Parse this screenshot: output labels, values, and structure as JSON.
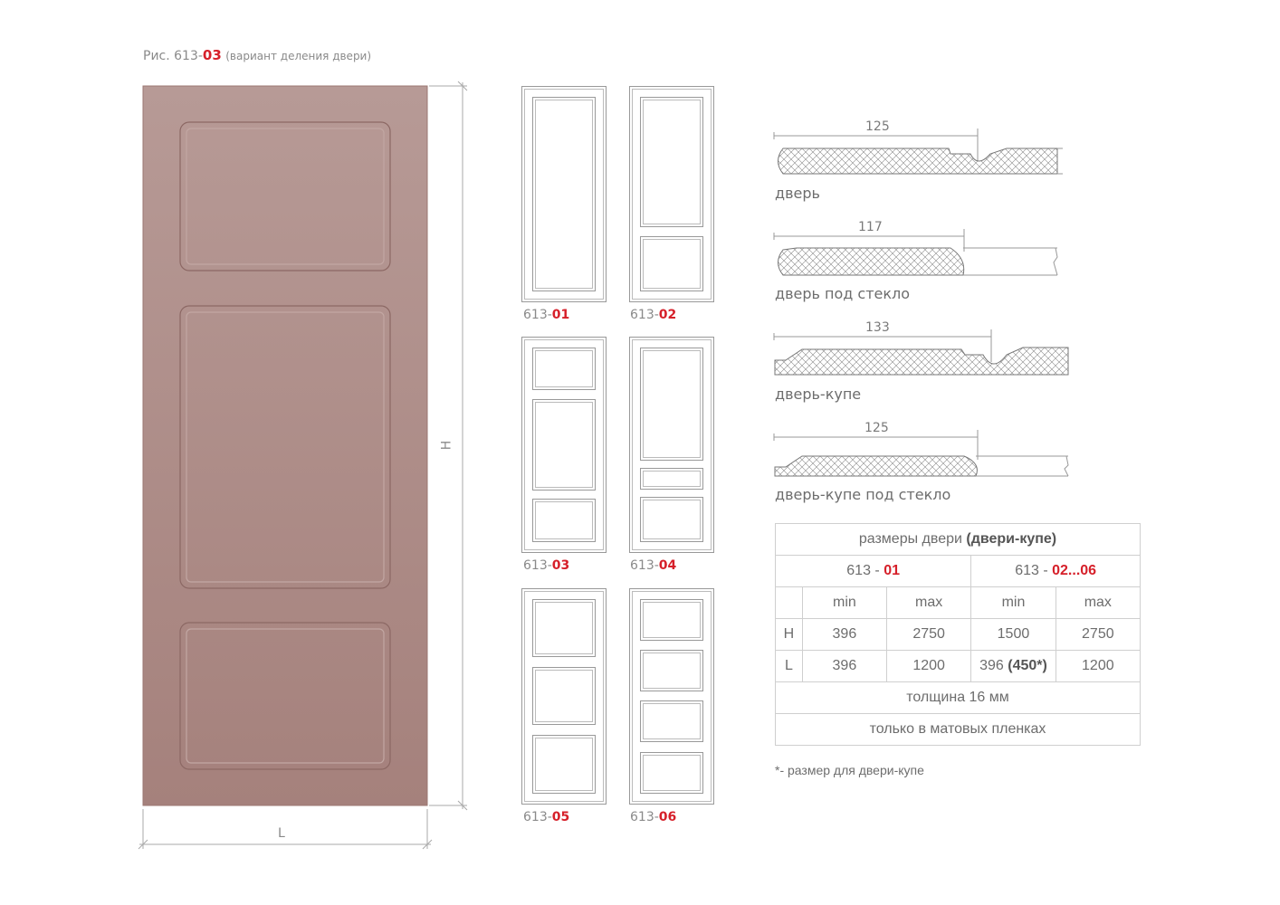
{
  "figure": {
    "prefix": "Рис. 613-",
    "code": "03",
    "note": "(вариант деления двери)"
  },
  "main_door": {
    "height_label": "H",
    "width_label": "L",
    "color": "#ad8a86"
  },
  "thumbnails": [
    {
      "prefix": "613-",
      "code": "01"
    },
    {
      "prefix": "613-",
      "code": "02"
    },
    {
      "prefix": "613-",
      "code": "03"
    },
    {
      "prefix": "613-",
      "code": "04"
    },
    {
      "prefix": "613-",
      "code": "05"
    },
    {
      "prefix": "613-",
      "code": "06"
    }
  ],
  "profiles": [
    {
      "dimension": "125",
      "label": "дверь"
    },
    {
      "dimension": "117",
      "label": "дверь под стекло"
    },
    {
      "dimension": "133",
      "label": "дверь-купе"
    },
    {
      "dimension": "125",
      "label": "дверь-купе под стекло"
    }
  ],
  "spec_table": {
    "title": "размеры двери",
    "title_bold": "(двери-купе)",
    "group1_prefix": "613 - ",
    "group1_code": "01",
    "group2_prefix": "613 - ",
    "group2_code": "02...06",
    "col_min": "min",
    "col_max": "max",
    "rows": [
      {
        "label": "H",
        "v1": "396",
        "v2": "2750",
        "v3": "1500",
        "v3_bold": "",
        "v4": "2750"
      },
      {
        "label": "L",
        "v1": "396",
        "v2": "1200",
        "v3": "396 ",
        "v3_bold": "(450*)",
        "v4": "1200"
      }
    ],
    "thickness": "толщина 16 мм",
    "finish": "только в матовых пленках"
  },
  "footnote": "*- размер для двери-купе",
  "accent_color": "#d6202a"
}
